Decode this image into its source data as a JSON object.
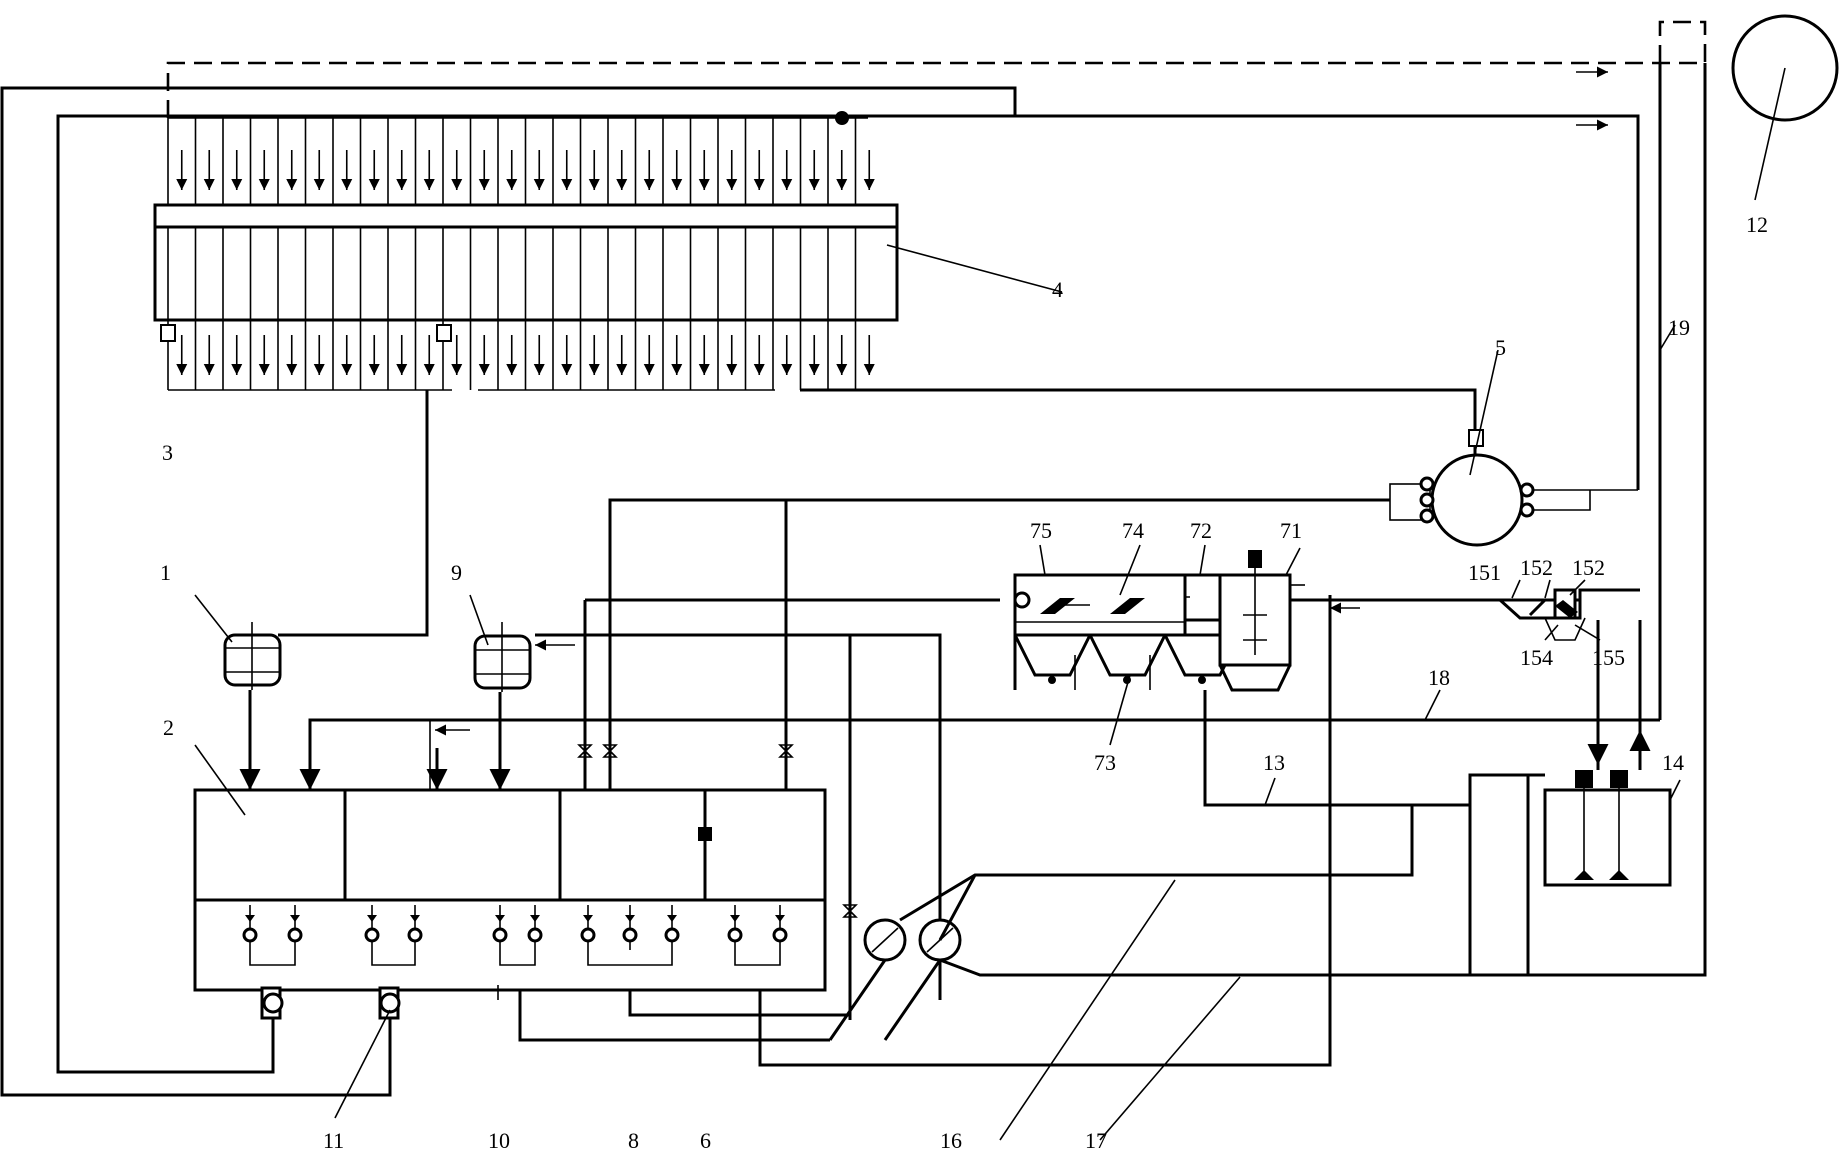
{
  "labels": {
    "l1": "1",
    "l2": "2",
    "l3": "3",
    "l4": "4",
    "l5": "5",
    "l6": "6",
    "l8": "8",
    "l9": "9",
    "l10": "10",
    "l11": "11",
    "l12": "12",
    "l13": "13",
    "l14": "14",
    "l16": "16",
    "l17": "17",
    "l18": "18",
    "l19": "19",
    "l71": "71",
    "l72": "72",
    "l73": "73",
    "l74": "74",
    "l75": "75",
    "l151": "151",
    "l152a": "152",
    "l152b": "152",
    "l154": "154",
    "l155": "155"
  }
}
